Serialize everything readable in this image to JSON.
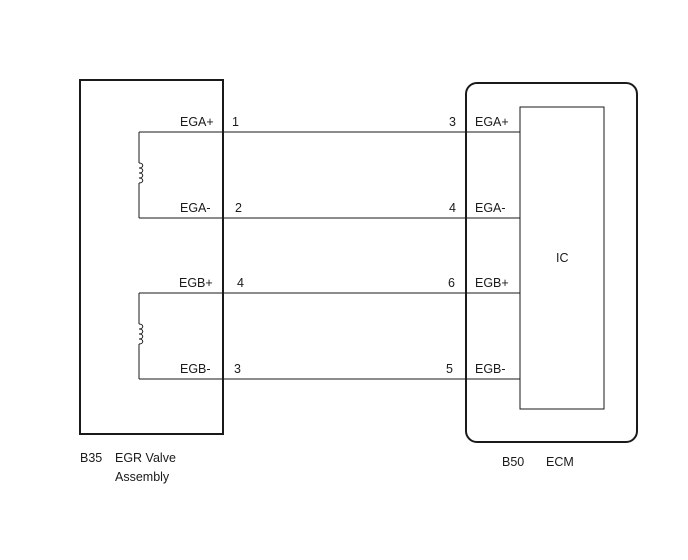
{
  "left_component": {
    "code": "B35",
    "name_line1": "EGR Valve",
    "name_line2": "Assembly",
    "terminals": [
      {
        "name": "EGA+",
        "pin": "1"
      },
      {
        "name": "EGA-",
        "pin": "2"
      },
      {
        "name": "EGB+",
        "pin": "4"
      },
      {
        "name": "EGB-",
        "pin": "3"
      }
    ]
  },
  "right_component": {
    "code": "B50",
    "name": "ECM",
    "ic_label": "IC",
    "terminals": [
      {
        "name": "EGA+",
        "pin": "3"
      },
      {
        "name": "EGA-",
        "pin": "4"
      },
      {
        "name": "EGB+",
        "pin": "6"
      },
      {
        "name": "EGB-",
        "pin": "5"
      }
    ]
  }
}
